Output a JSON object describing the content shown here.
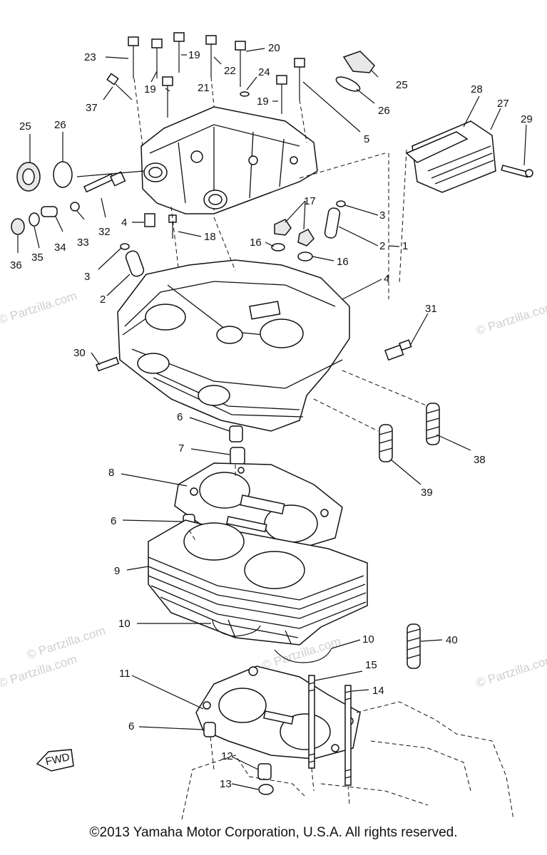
{
  "watermark": "© Partzilla.com",
  "copyright": "©2013  Yamaha Motor Corporation, U.S.A. All rights reserved.",
  "fwd_label": "FWD",
  "callouts": {
    "c1": "1",
    "c2a": "2",
    "c2b": "2",
    "c3a": "3",
    "c3b": "3",
    "c4a": "4",
    "c4b": "4",
    "c5": "5",
    "c6a": "6",
    "c6b": "6",
    "c6c": "6",
    "c7": "7",
    "c8": "8",
    "c9": "9",
    "c10a": "10",
    "c10b": "10",
    "c11": "11",
    "c12": "12",
    "c13": "13",
    "c14": "14",
    "c15": "15",
    "c16a": "16",
    "c16b": "16",
    "c17": "17",
    "c18": "18",
    "c19a": "19",
    "c19b": "19",
    "c19c": "19",
    "c20": "20",
    "c21": "21",
    "c22": "22",
    "c23": "23",
    "c24": "24",
    "c25a": "25",
    "c25b": "25",
    "c26a": "26",
    "c26b": "26",
    "c27": "27",
    "c28": "28",
    "c29": "29",
    "c30": "30",
    "c31": "31",
    "c32": "32",
    "c33": "33",
    "c34": "34",
    "c35": "35",
    "c36": "36",
    "c37": "37",
    "c38": "38",
    "c39": "39",
    "c40": "40"
  }
}
